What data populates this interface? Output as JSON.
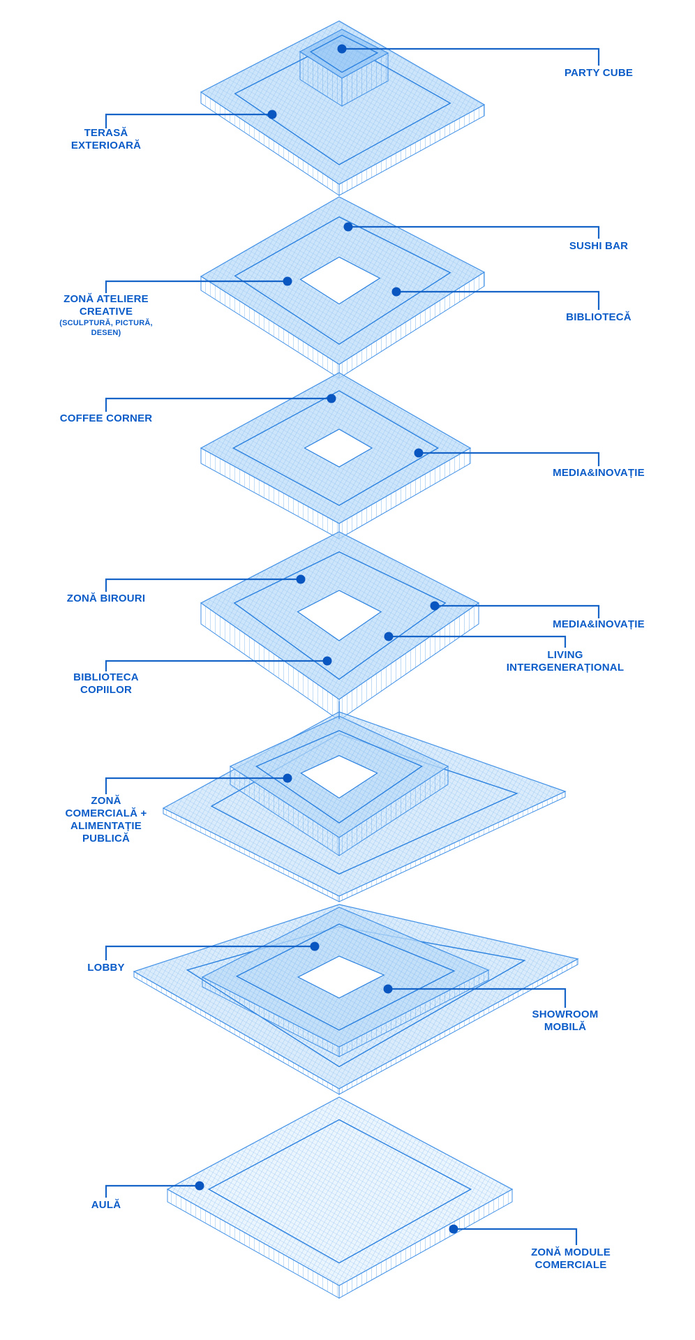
{
  "title": "Exploded axonometric floor programme",
  "colors": {
    "accent": "#0b5cc8",
    "plate_fill": "#bcdcf8",
    "plate_stroke": "#3f8fe6",
    "leader": "#1664c8"
  },
  "floors": [
    {
      "name": "roof",
      "labels": [
        {
          "id": "party-cube",
          "lines": [
            "PARTY CUBE"
          ]
        },
        {
          "id": "terasa-exterioara",
          "lines": [
            "TERASĂ",
            "EXTERIOARĂ"
          ]
        }
      ]
    },
    {
      "name": "level-5",
      "labels": [
        {
          "id": "sushi-bar",
          "lines": [
            "SUSHI BAR"
          ]
        },
        {
          "id": "zona-ateliere-creative",
          "lines": [
            "ZONĂ ATELIERE",
            "CREATIVE"
          ],
          "sub": [
            "(SCULPTURĂ, PICTURĂ,",
            "DESEN)"
          ]
        },
        {
          "id": "biblioteca",
          "lines": [
            "BIBLIOTECĂ"
          ]
        }
      ]
    },
    {
      "name": "level-4",
      "labels": [
        {
          "id": "coffee-corner",
          "lines": [
            "COFFEE CORNER"
          ]
        },
        {
          "id": "media-inovatie-1",
          "lines": [
            "MEDIA&INOVAȚIE"
          ]
        }
      ]
    },
    {
      "name": "level-3",
      "labels": [
        {
          "id": "zona-birouri",
          "lines": [
            "ZONĂ BIROURI"
          ]
        },
        {
          "id": "media-inovatie-2",
          "lines": [
            "MEDIA&INOVAȚIE"
          ]
        },
        {
          "id": "living-intergenerational",
          "lines": [
            "LIVING",
            "INTERGENERAȚIONAL"
          ]
        },
        {
          "id": "biblioteca-copiilor",
          "lines": [
            "BIBLIOTECA",
            "COPIILOR"
          ]
        }
      ]
    },
    {
      "name": "level-2",
      "labels": [
        {
          "id": "zona-comerciala",
          "lines": [
            "ZONĂ",
            "COMERCIALĂ +",
            "ALIMENTAȚIE",
            "PUBLICĂ"
          ]
        }
      ]
    },
    {
      "name": "level-1",
      "labels": [
        {
          "id": "lobby",
          "lines": [
            "LOBBY"
          ]
        },
        {
          "id": "showroom-mobila",
          "lines": [
            "SHOWROOM",
            "MOBILĂ"
          ]
        }
      ]
    },
    {
      "name": "ground",
      "labels": [
        {
          "id": "aula",
          "lines": [
            "AULĂ"
          ]
        },
        {
          "id": "zona-module-comerciale",
          "lines": [
            "ZONĂ MODULE",
            "COMERCIALE"
          ]
        }
      ]
    }
  ]
}
